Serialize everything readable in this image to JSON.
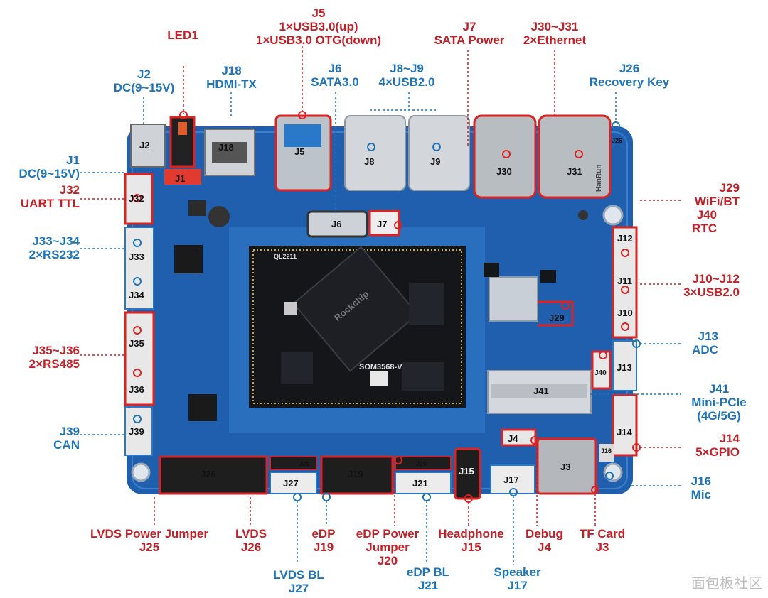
{
  "colors": {
    "red_label": "#c41f26",
    "blue_label": "#1e74b8",
    "board": "#1f5fae"
  },
  "labels": {
    "j5": "J5\n1×USB3.0(up)\n1×USB3.0 OTG(down)",
    "led1": "LED1",
    "j7": "J7\nSATA Power",
    "j30_31": "J30~J31\n2×Ethernet",
    "j2": "J2\nDC(9~15V)",
    "j18": "J18\nHDMI-TX",
    "j6": "J6\nSATA3.0",
    "j8_9": "J8~J9\n4×USB2.0",
    "j26_key": "J26\nRecovery Key",
    "j1": "J1\nDC(9~15V)",
    "j32": "J32\nUART TTL",
    "j29": "J29\nWiFi/BT",
    "j40": "J40\nRTC",
    "j33_34": "J33~J34\n2×RS232",
    "j10_12": "J10~J12\n3×USB2.0",
    "j13": "J13\nADC",
    "j35_36": "J35~J36\n2×RS485",
    "j41": "J41\nMini-PCIe\n(4G/5G)",
    "j39": "J39\nCAN",
    "j14": "J14\n5×GPIO",
    "j16": "J16\nMic",
    "j25": "LVDS Power Jumper\nJ25",
    "j26": "LVDS\nJ26",
    "j19": "eDP\nJ19",
    "j20": "eDP Power\nJumper\nJ20",
    "j15": "Headphone\nJ15",
    "j4": "Debug\nJ4",
    "j3": "TF Card\nJ3",
    "j27": "LVDS BL\nJ27",
    "j21": "eDP BL\nJ21",
    "j17": "Speaker\nJ17"
  },
  "board": {
    "c_j2": "J2",
    "c_j1": "J1",
    "c_j18": "J18",
    "c_j5": "J5",
    "c_j8": "J8",
    "c_j9": "J9",
    "c_j30": "J30",
    "c_j31": "J31",
    "c_j32": "J32",
    "c_j6": "J6",
    "c_j7": "J7",
    "c_j33": "J33",
    "c_j34": "J34",
    "c_j35": "J35",
    "c_j36": "J36",
    "c_j39": "J39",
    "c_j12": "J12",
    "c_j11": "J11",
    "c_j10": "J10",
    "c_j29": "J29",
    "c_j40": "J40",
    "c_j13": "J13",
    "c_j41": "J41",
    "c_j14": "J14",
    "c_j4": "J4",
    "c_j3": "J3",
    "c_j16": "J16",
    "c_j26": "J26",
    "c_j25": "J25",
    "c_j27": "J27",
    "c_j19": "J19",
    "c_j20": "J20",
    "c_j21": "J21",
    "c_j15": "J15",
    "c_j17": "J17",
    "c_j26_small": "J26",
    "som_label": "SOM3568-V",
    "chip_label": "Rockchip",
    "ql_label": "QL2211",
    "eth_brand": "HanRun"
  },
  "watermark": "面包板社区"
}
